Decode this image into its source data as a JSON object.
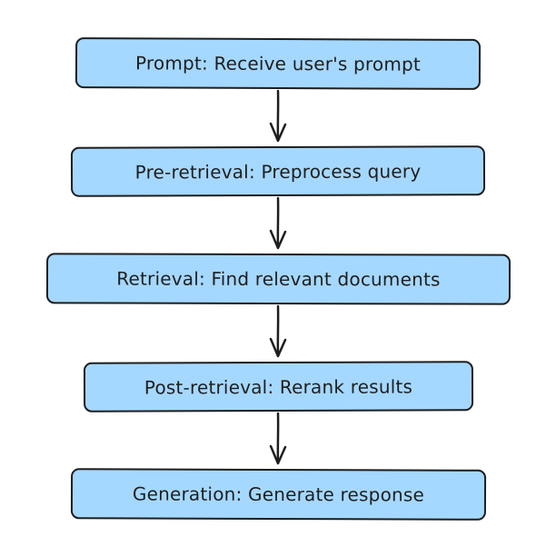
{
  "diagram": {
    "steps": [
      {
        "label": "Prompt: Receive user's prompt"
      },
      {
        "label": "Pre-retrieval: Preprocess query"
      },
      {
        "label": "Retrieval: Find relevant documents"
      },
      {
        "label": "Post-retrieval: Rerank results"
      },
      {
        "label": "Generation: Generate response"
      }
    ]
  },
  "colors": {
    "box_fill": "#a5d8ff",
    "stroke": "#1e1e1e",
    "background": "#ffffff"
  }
}
